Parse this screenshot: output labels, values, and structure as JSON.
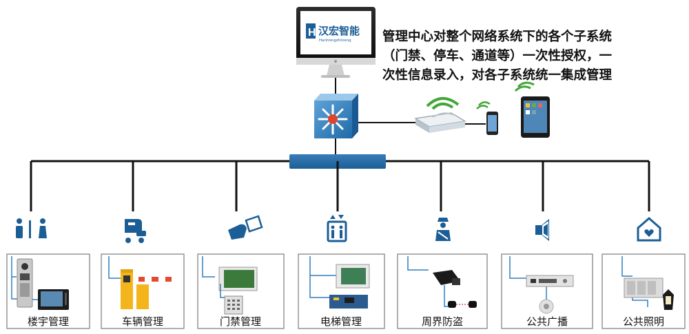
{
  "logo": {
    "brand": "汉宏智能",
    "pinyin": "Hanhongzhineng"
  },
  "description": [
    "管理中心对整个网络系统下的各个子系统",
    "（门禁、停车、通道等）一次性授权，一",
    "次性信息录入，对各子系统统一集成管理"
  ],
  "subsystems": [
    {
      "label": "楼宇管理",
      "icon": "people-icon"
    },
    {
      "label": "车辆管理",
      "icon": "vehicle-icon"
    },
    {
      "label": "门禁管理",
      "icon": "card-swipe-icon"
    },
    {
      "label": "电梯管理",
      "icon": "elevator-icon"
    },
    {
      "label": "周界防盗",
      "icon": "security-guard-icon"
    },
    {
      "label": "公共广播",
      "icon": "speaker-icon"
    },
    {
      "label": "公共照明",
      "icon": "home-light-icon"
    }
  ],
  "colors": {
    "accent": "#1b5e96",
    "line": "#111111",
    "box_border": "#7a7a7a"
  }
}
